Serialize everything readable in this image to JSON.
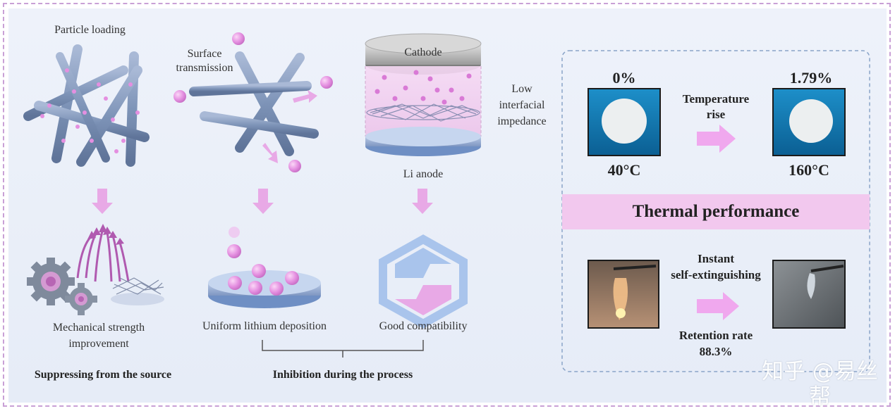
{
  "labels": {
    "particle_loading": "Particle loading",
    "surface_transmission": "Surface\ntransmission",
    "cathode": "Cathode",
    "li_anode": "Li anode",
    "low_impedance": "Low\ninterfacial\nimpedance",
    "mech_strength": "Mechanical strength\nimprovement",
    "uniform_deposition": "Uniform lithium deposition",
    "good_compat": "Good compatibility",
    "suppressing": "Suppressing from the source",
    "inhibition": "Inhibition during the process"
  },
  "thermal": {
    "pct_before": "0%",
    "pct_after": "1.79%",
    "temp_rise": "Temperature\nrise",
    "temp_before": "40°C",
    "temp_after": "160°C",
    "band_title": "Thermal performance",
    "instant": "Instant\nself-extinguishing",
    "retention": "Retention rate\n88.3%"
  },
  "watermark": "知乎 @易丝帮",
  "colors": {
    "rod": "#7e94b8",
    "particle": "#e48fe0",
    "arrow": "#e8a9e6",
    "band": "#f2c8ee",
    "frame": "#c9a0d6"
  }
}
